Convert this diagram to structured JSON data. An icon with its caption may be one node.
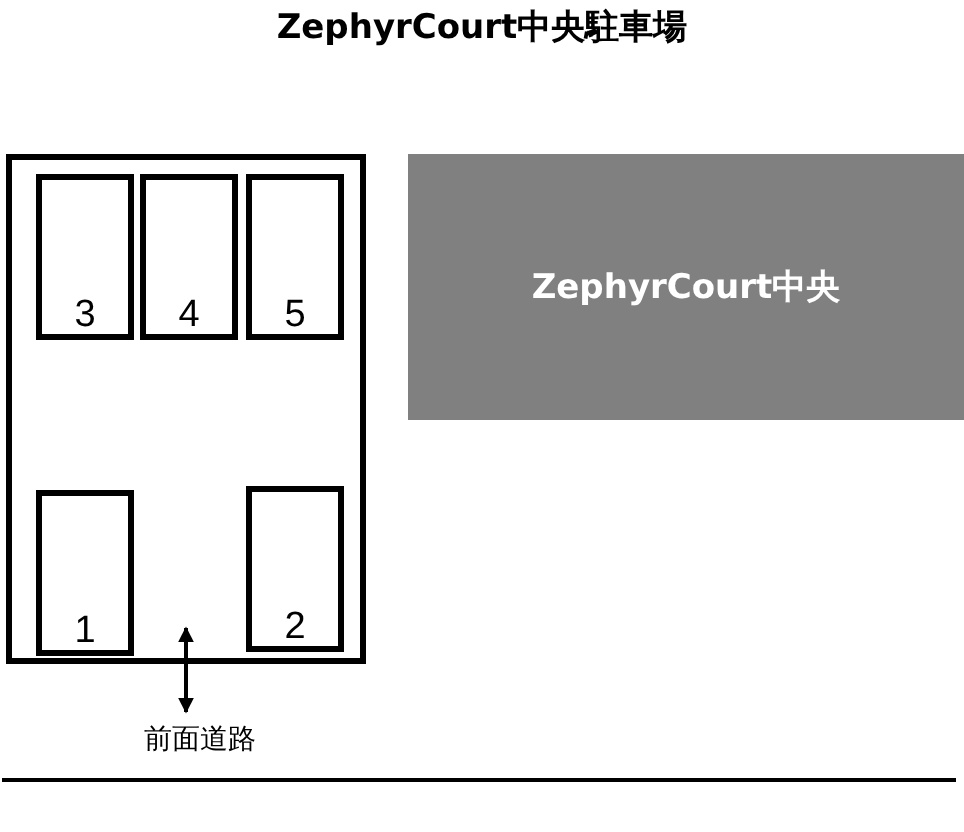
{
  "diagram": {
    "title": "ZephyrCourt中央駐車場",
    "nodes": [
      {
        "text": [],
        "shape": "box"
      },
      {
        "text": [
          "3"
        ],
        "in": 0
      },
      {
        "text": [
          "4"
        ],
        "in": 0
      },
      {
        "text": [
          "5"
        ],
        "in": 0
      },
      {
        "text": [
          "ZephyrCourt中央"
        ]
      },
      {
        "text": [
          "1"
        ],
        "in": 0
      },
      {
        "text": [
          "2"
        ],
        "in": 0
      },
      {
        "text": [
          "前面道路"
        ]
      }
    ],
    "edges": [
      {
        "from": 0,
        "to": 7,
        "arrow": "both"
      }
    ]
  }
}
